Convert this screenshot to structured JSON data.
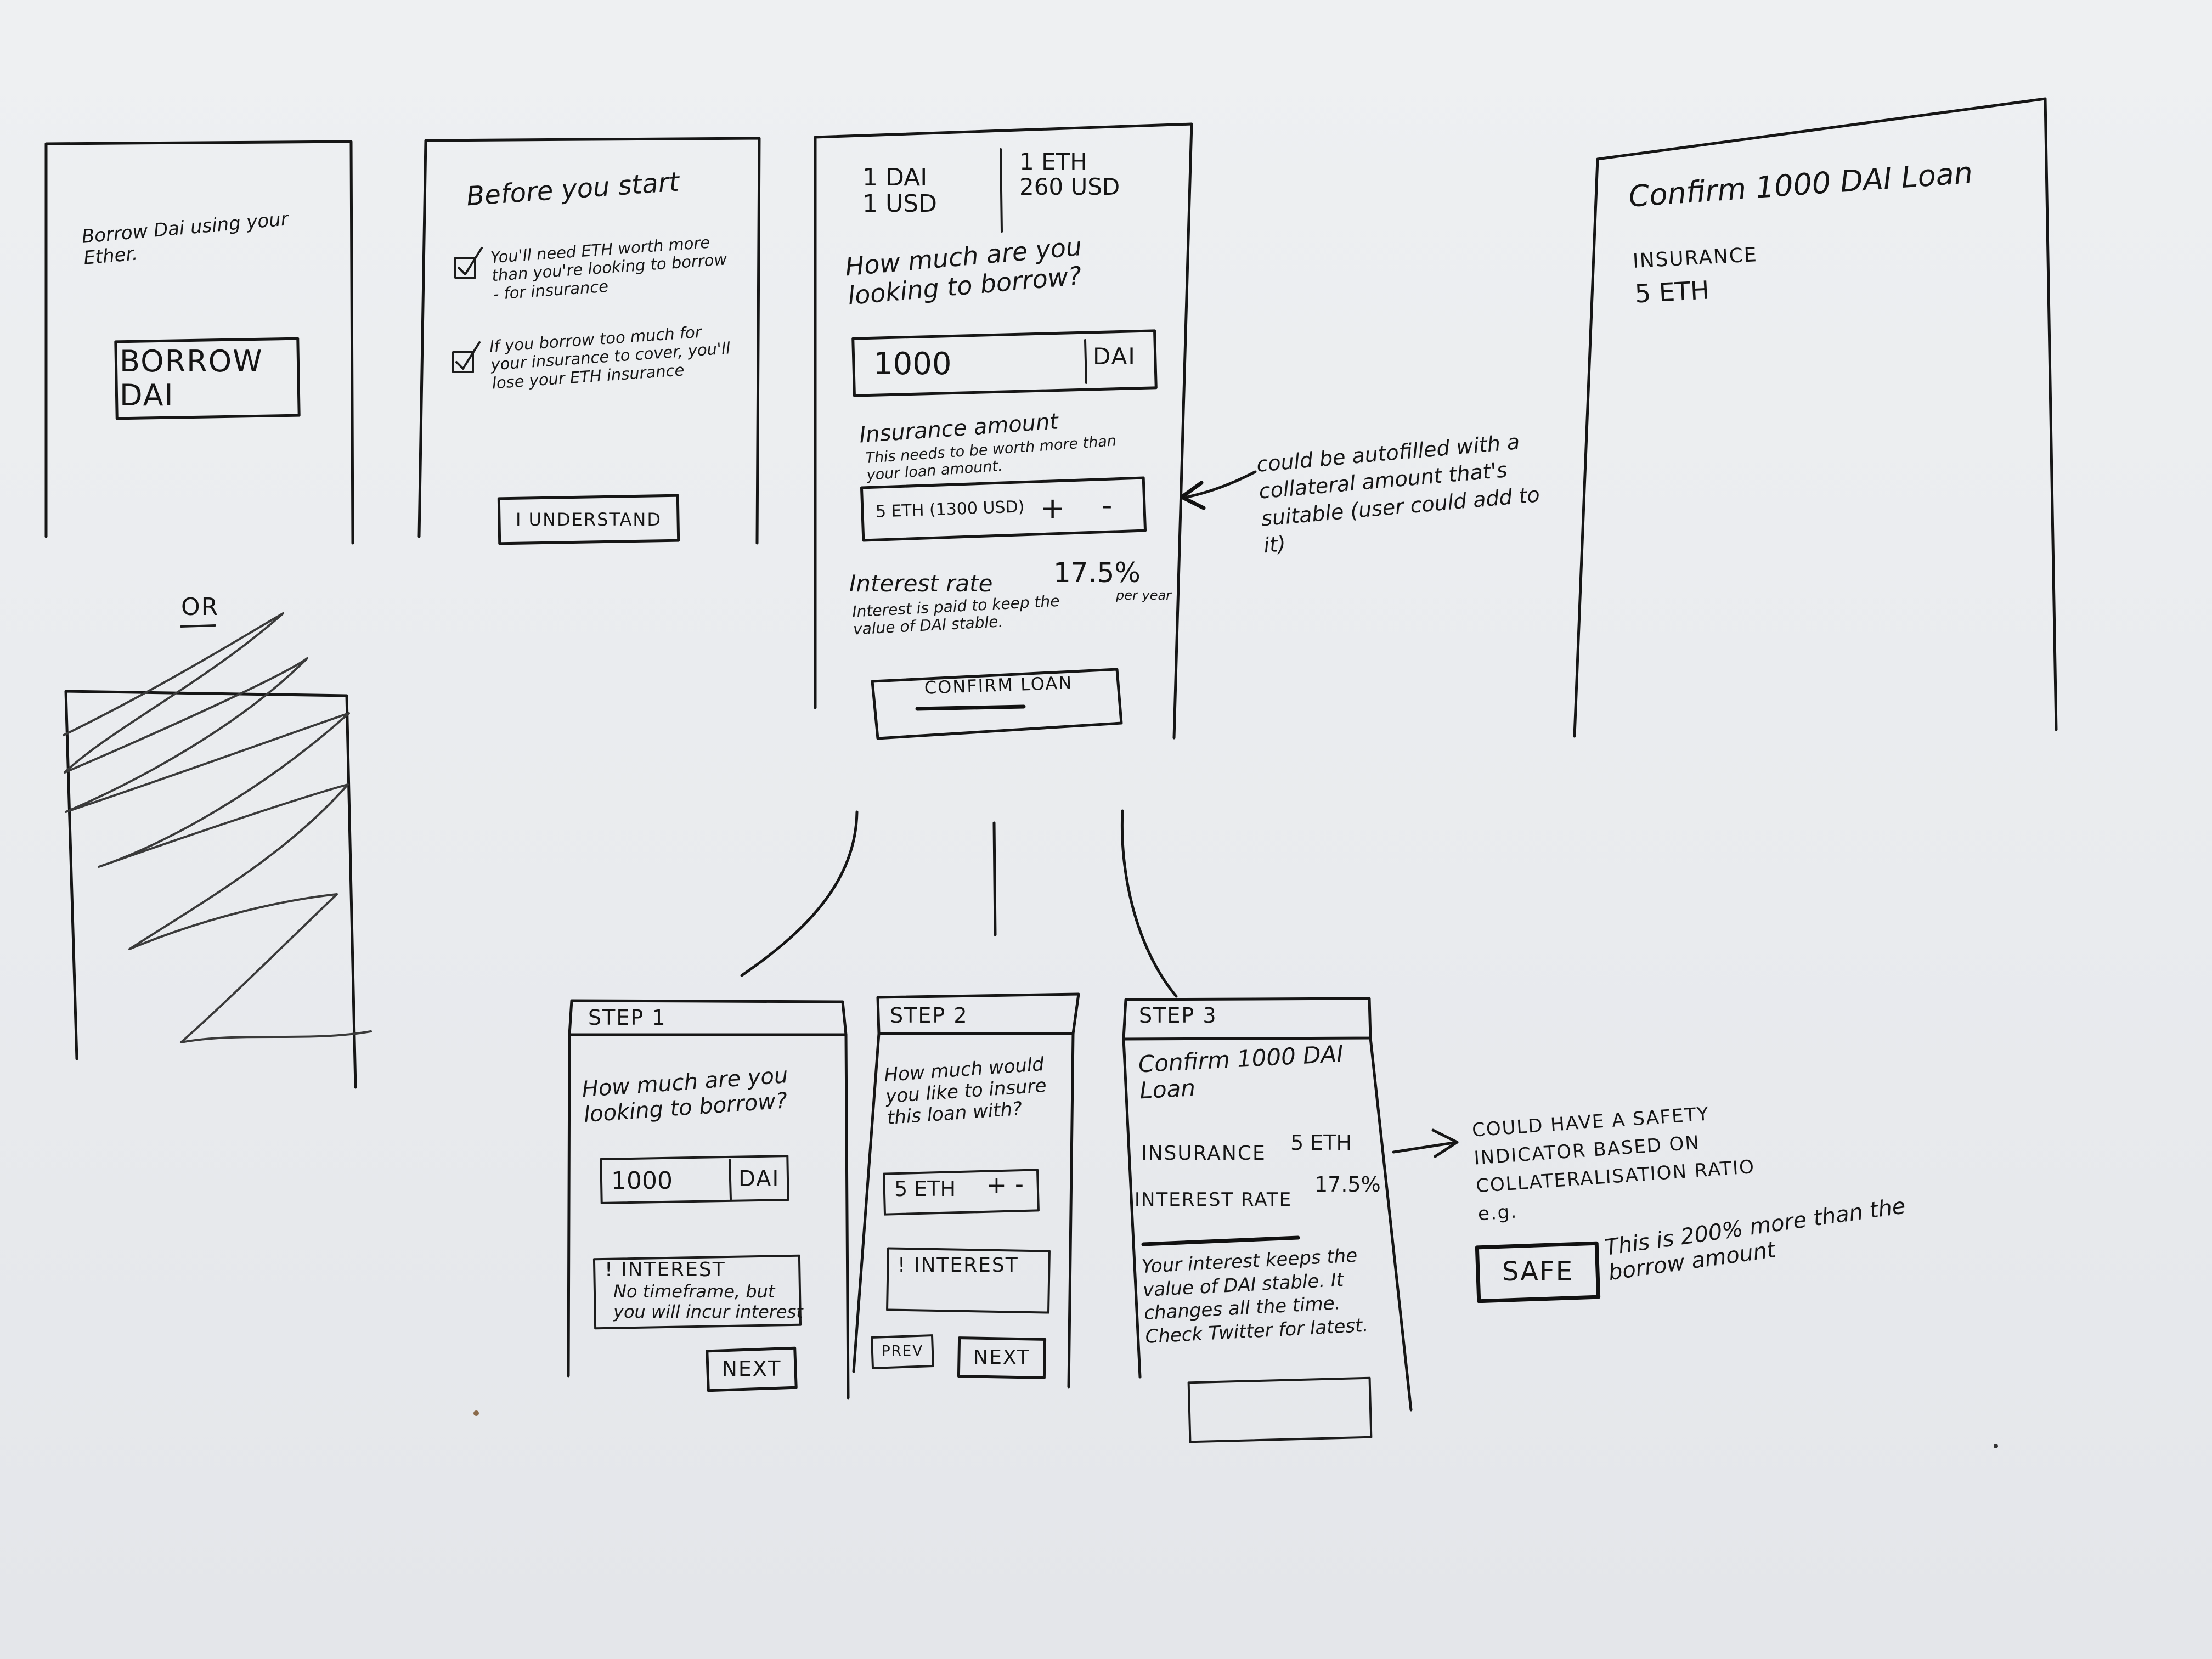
{
  "frame1": {
    "prompt": "Borrow Dai using your Ether.",
    "button": "BORROW DAI"
  },
  "or_label": "OR",
  "frame2": {
    "title": "Before you start",
    "check1": "You'll need ETH worth more than you're looking to borrow - for insurance",
    "check2": "If you borrow too much for your insurance to cover, you'll lose your ETH insurance",
    "button": "I UNDERSTAND"
  },
  "frame3": {
    "dai_price": "1 DAI\n1 USD",
    "eth_price": "1 ETH\n260 USD",
    "question": "How much are you looking to borrow?",
    "amount": "1000",
    "currency": "DAI",
    "insurance_title": "Insurance amount",
    "insurance_note": "This needs to be worth more than your loan amount.",
    "insurance_value": "5 ETH (1300 USD)",
    "plus": "+",
    "minus": "-",
    "interest_title": "Interest rate",
    "interest_value": "17.5%",
    "interest_unit": "per year",
    "interest_note": "Interest is paid to keep the value of DAI stable.",
    "button": "CONFIRM LOAN"
  },
  "annotation1": "could be autofilled with a collateral amount that's suitable (user could add to it)",
  "frame4": {
    "title": "Confirm 1000 DAI Loan",
    "insurance_label": "INSURANCE",
    "insurance_value": "5 ETH"
  },
  "step1": {
    "tab": "STEP 1",
    "question": "How much are you looking to borrow?",
    "amount": "1000",
    "currency": "DAI",
    "interest_title": "! INTEREST",
    "interest_note": "No timeframe, but you will incur interest",
    "button": "NEXT"
  },
  "step2": {
    "tab": "STEP 2",
    "question": "How much would you like to insure this loan with?",
    "value": "5 ETH",
    "plus": "+",
    "minus": "-",
    "interest_title": "! INTEREST",
    "prev": "PREV",
    "next": "NEXT"
  },
  "step3": {
    "tab": "STEP 3",
    "title": "Confirm 1000 DAI Loan",
    "insurance_label": "INSURANCE",
    "insurance_value": "5 ETH",
    "interest_label": "INTEREST RATE",
    "interest_value": "17.5%",
    "note": "Your interest keeps the value of DAI stable. It changes all the time. Check Twitter for latest."
  },
  "annotation2": {
    "text": "COULD HAVE A SAFETY INDICATOR BASED ON COLLATERALISATION RATIO e.g.",
    "badge": "SAFE",
    "badge_note": "This is 200% more than the borrow amount"
  }
}
